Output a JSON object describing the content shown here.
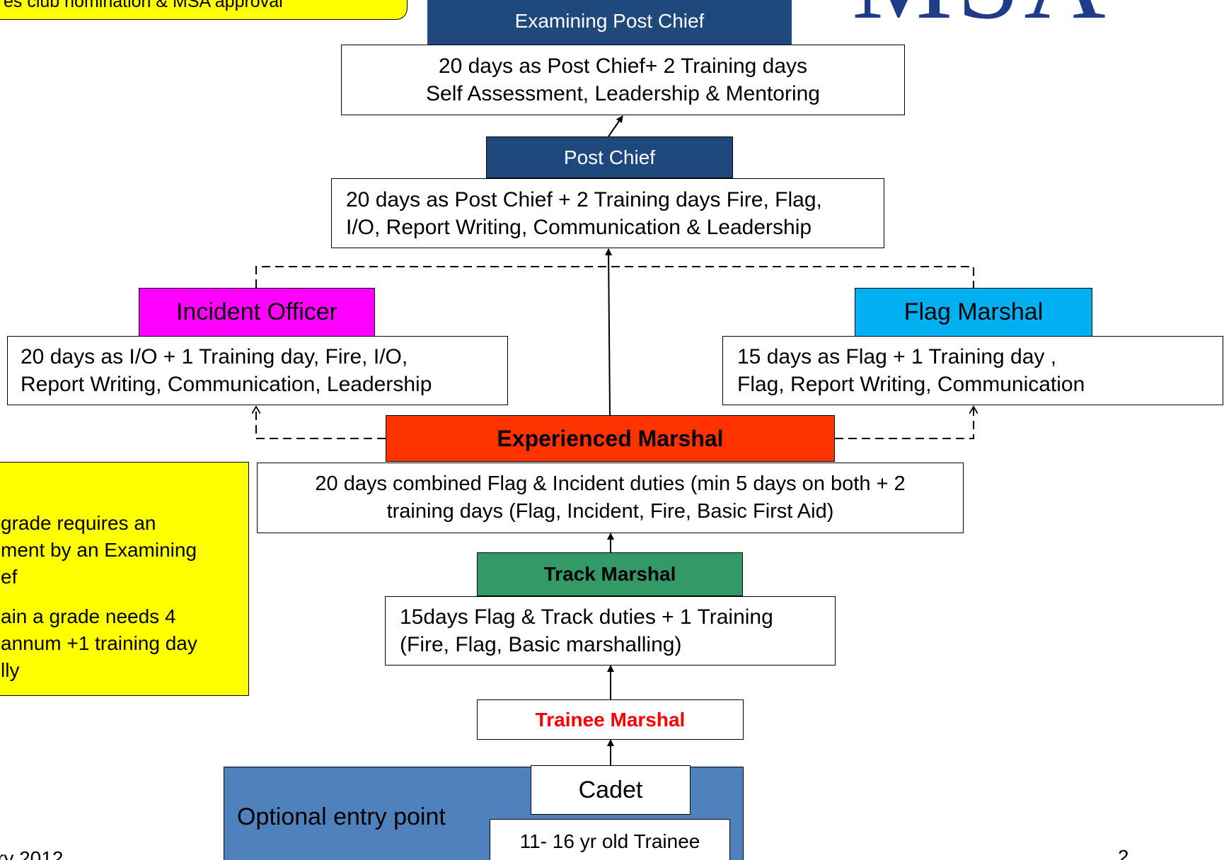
{
  "colors": {
    "navy": "#1f497d",
    "incident": "#ff00ff",
    "flag": "#00b0f0",
    "experienced": "#ff3300",
    "track": "#339966",
    "trainee_text": "#ff0000",
    "entry": "#4f81bd",
    "note": "#ffff00",
    "logo": "#1f3c88"
  },
  "logo": {
    "text": "MSA",
    "icon": "msa-logo"
  },
  "top_note": {
    "text": "es club nomination & MSA approval"
  },
  "examining_post_chief": {
    "title": "Examining Post Chief",
    "lines": [
      "20 days as Post Chief+ 2 Training days",
      "Self Assessment, Leadership & Mentoring"
    ]
  },
  "post_chief": {
    "title": "Post Chief",
    "lines": [
      "20 days as Post Chief + 2 Training  days Fire, Flag,",
      "I/O, Report Writing, Communication & Leadership"
    ]
  },
  "incident_officer": {
    "title": "Incident Officer",
    "lines": [
      "20 days as I/O + 1 Training day, Fire, I/O,",
      "Report Writing, Communication, Leadership"
    ]
  },
  "flag_marshal": {
    "title": "Flag Marshal",
    "lines": [
      "15 days as Flag + 1 Training day ,",
      "Flag, Report Writing, Communication"
    ]
  },
  "experienced_marshal": {
    "title": "Experienced Marshal",
    "lines": [
      "20 days combined Flag & Incident duties (min 5 days on both + 2",
      "training days (Flag, Incident, Fire, Basic First Aid)"
    ]
  },
  "side_note": {
    "lines": [
      "grade requires an",
      "ment by an Examining",
      "ef",
      "ain a grade needs 4",
      "annum +1 training day",
      "lly"
    ]
  },
  "track_marshal": {
    "title": "Track Marshal",
    "lines": [
      "15days Flag & Track duties  + 1 Training",
      "(Fire, Flag, Basic marshalling)"
    ]
  },
  "trainee_marshal": {
    "title": "Trainee Marshal"
  },
  "entry_point": {
    "label": "Optional entry point",
    "cadet": "Cadet",
    "cadet_desc": "11- 16 yr old Trainee"
  },
  "footer": {
    "date": "ry 2012",
    "page_number": "2"
  }
}
